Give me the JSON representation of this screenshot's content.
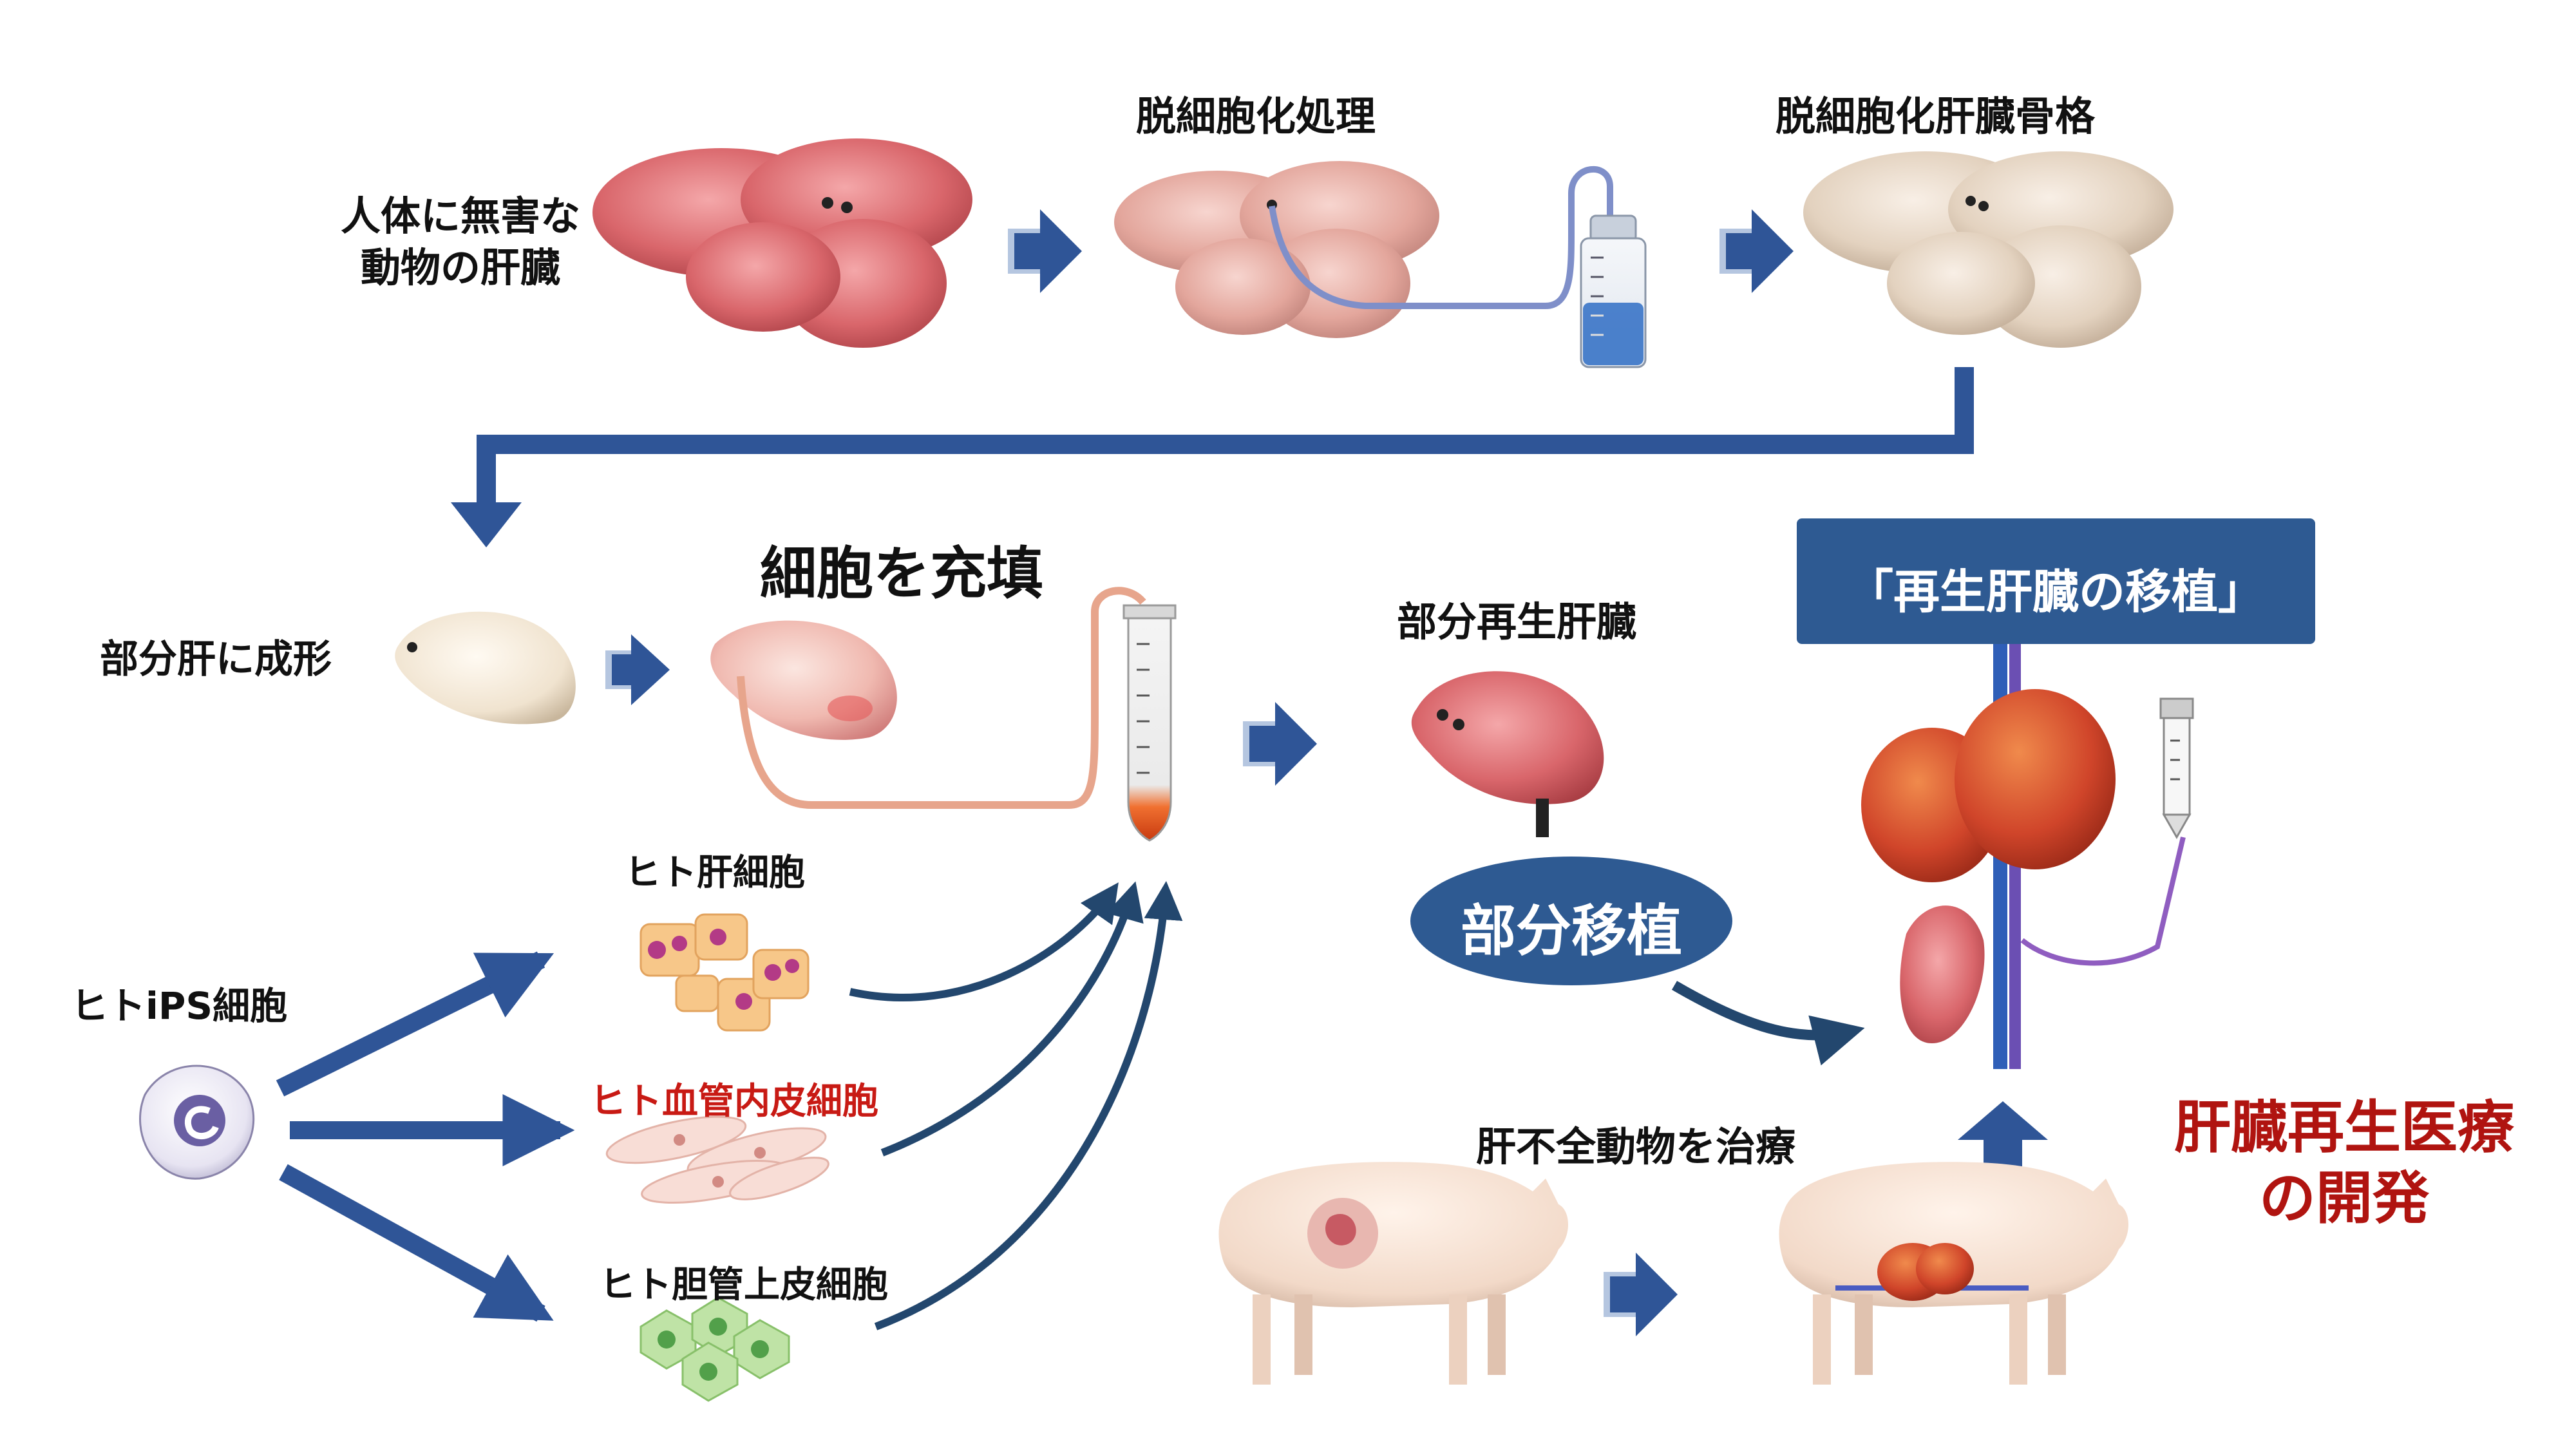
{
  "row1": {
    "source_label_line1": "人体に無害な",
    "source_label_line2": "動物の肝臓",
    "process_label": "脱細胞化処理",
    "scaffold_label": "脱細胞化肝臓骨格"
  },
  "row2": {
    "shape_label": "部分肝に成形",
    "fill_label": "細胞を充填",
    "regen_label": "部分再生肝臓",
    "transplant_banner": "「再生肝臓の移植」",
    "partial_transplant": "部分移植"
  },
  "cells": {
    "ips_label": "ヒトiPS細胞",
    "hepatocyte_label": "ヒト肝細胞",
    "endothelial_label": "ヒト血管内皮細胞",
    "biliary_label": "ヒト胆管上皮細胞"
  },
  "bottom": {
    "treat_label": "肝不全動物を治療",
    "goal_line1": "肝臓再生医療",
    "goal_line2": "の開発"
  },
  "colors": {
    "arrow_blue": "#2f5597",
    "banner_blue": "#2e5a92",
    "liver_red": "#d9666b",
    "scaffold_beige": "#e3d2bf",
    "accent_red": "#c81a14"
  }
}
